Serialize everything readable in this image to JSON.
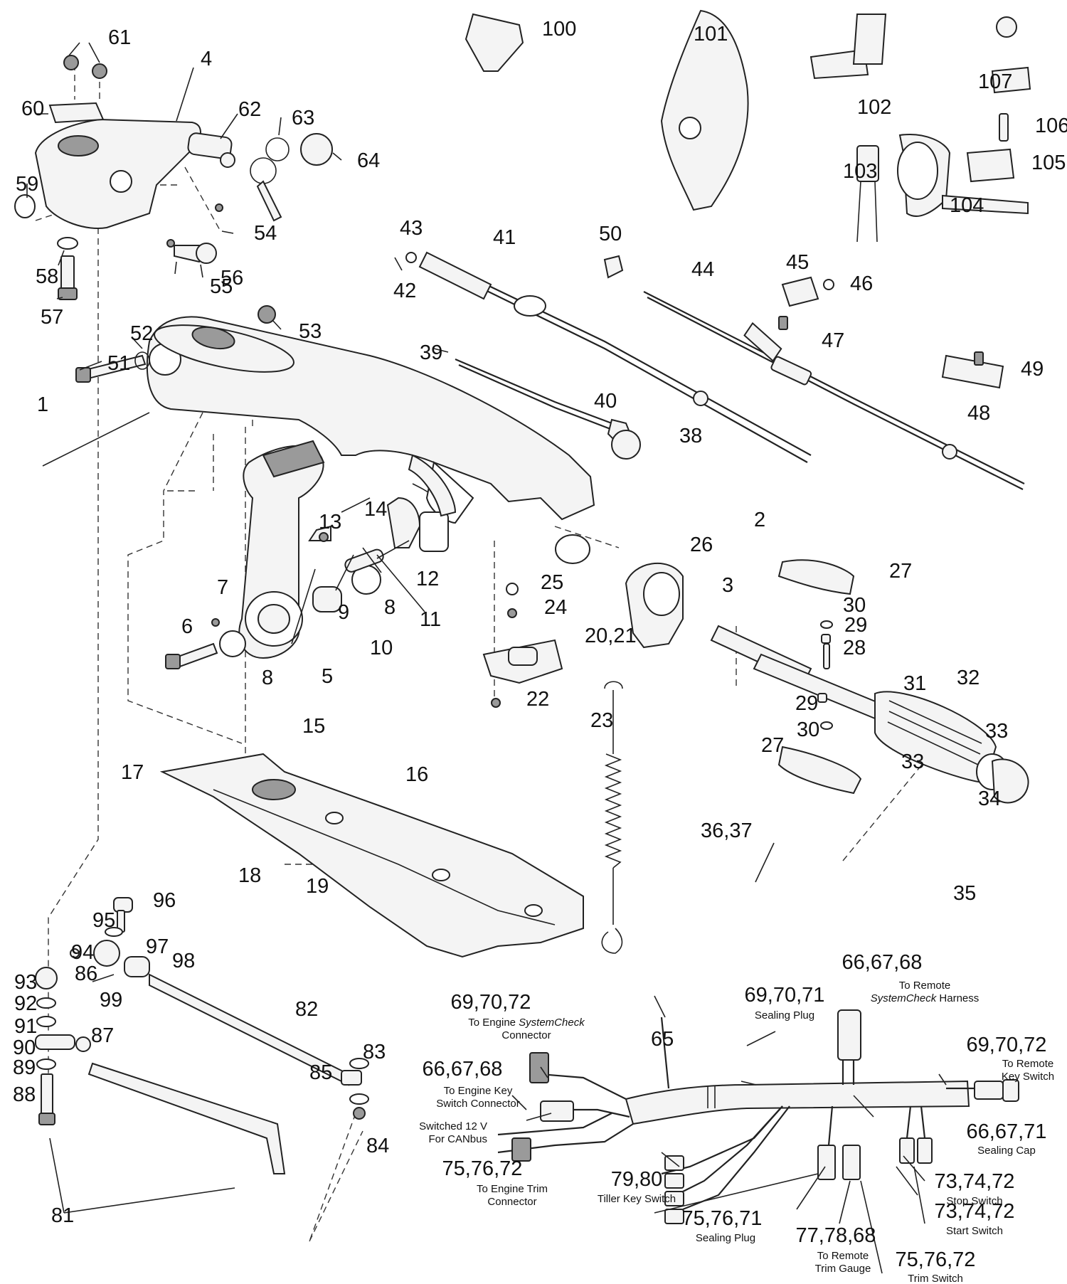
{
  "callouts": [
    "1",
    "2",
    "3",
    "4",
    "5",
    "6",
    "7",
    "8",
    "8",
    "9",
    "10",
    "11",
    "12",
    "13",
    "14",
    "15",
    "16",
    "17",
    "18",
    "19",
    "20,21",
    "22",
    "23",
    "24",
    "25",
    "26",
    "27",
    "27",
    "28",
    "29",
    "29",
    "30",
    "30",
    "31",
    "32",
    "33",
    "33",
    "34",
    "35",
    "36,37",
    "38",
    "39",
    "40",
    "41",
    "42",
    "43",
    "44",
    "45",
    "46",
    "47",
    "48",
    "49",
    "50",
    "51",
    "52",
    "53",
    "54",
    "55",
    "56",
    "57",
    "58",
    "59",
    "60",
    "61",
    "62",
    "63",
    "64",
    "65",
    "81",
    "82",
    "83",
    "84",
    "85",
    "86",
    "87",
    "88",
    "89",
    "90",
    "91",
    "92",
    "93",
    "94",
    "95",
    "96",
    "97",
    "98",
    "99",
    "100",
    "101",
    "102",
    "103",
    "104",
    "105",
    "106",
    "107"
  ],
  "harness_labels": [
    {
      "num": "66,67,68",
      "lines": [
        "To Remote",
        "{i}SystemCheck{/i} Harness"
      ]
    },
    {
      "num": "69,70,71",
      "lines": [
        "Sealing Plug"
      ]
    },
    {
      "num": "69,70,72",
      "lines": [
        "To Engine {i}SystemCheck{/i}",
        "Connector"
      ]
    },
    {
      "num": "66,67,68",
      "lines": [
        "To Engine Key",
        "Switch Connector"
      ]
    },
    {
      "num": "",
      "lines": [
        "Switched 12 V",
        "For CANbus"
      ]
    },
    {
      "num": "75,76,72",
      "lines": [
        "To Engine Trim",
        "Connector"
      ]
    },
    {
      "num": "69,70,72",
      "lines": [
        "To Remote",
        "Key Switch"
      ]
    },
    {
      "num": "66,67,71",
      "lines": [
        "Sealing Cap"
      ]
    },
    {
      "num": "79,80",
      "lines": [
        "Tiller Key Switch"
      ]
    },
    {
      "num": "73,74,72",
      "lines": [
        "Stop Switch"
      ]
    },
    {
      "num": "73,74,72",
      "lines": [
        "Start Switch"
      ]
    },
    {
      "num": "75,76,71",
      "lines": [
        "Sealing Plug"
      ]
    },
    {
      "num": "77,78,68",
      "lines": [
        "To Remote",
        "Trim Gauge"
      ]
    },
    {
      "num": "75,76,72",
      "lines": [
        "Trim Switch"
      ]
    }
  ]
}
